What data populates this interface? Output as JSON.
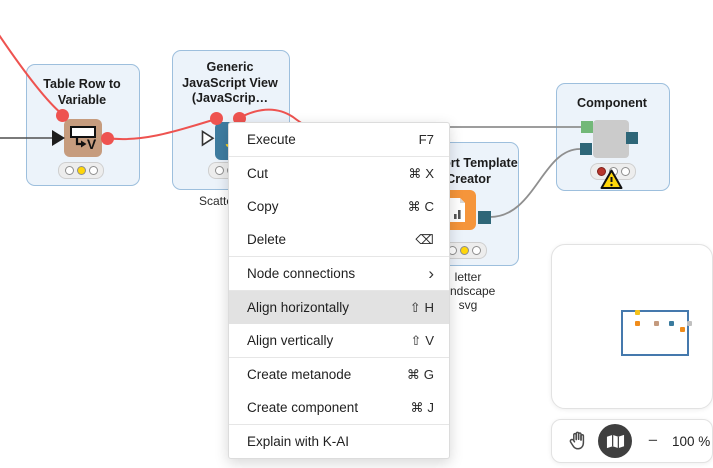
{
  "workflow": {
    "nodes": {
      "table_row_to_variable": {
        "title_line1": "Table Row to",
        "title_line2": "Variable",
        "icon_color": "#c69c7e"
      },
      "generic_javascript_view": {
        "title_line1": "Generic",
        "title_line2": "JavaScript View",
        "title_line3": "(JavaScrip…",
        "icon_label": "JS",
        "icon_color": "#3e7ca0",
        "annotation": "Scatter Plot"
      },
      "report_template_creator": {
        "title_line1": "Report Template",
        "title_line2": "Creator",
        "icon_color": "#f5953b",
        "annotation_line1": "letter",
        "annotation_line2": "landscape",
        "annotation_line3": "svg"
      },
      "component": {
        "title": "Component",
        "icon_color": "#cbcbcb"
      }
    },
    "colors": {
      "connection_red": "#ee5350",
      "connection_gray": "#8f8f8f",
      "selection_fill": "#ecf3fa",
      "selection_border": "#9dbfdd",
      "traffic_yellow": "#ffd60a",
      "traffic_red": "#b8352c",
      "warning_yellow": "#ffd60a",
      "menu_highlight": "#e2e2e2"
    }
  },
  "context_menu": {
    "items": [
      {
        "label": "Execute",
        "shortcut": "F7"
      },
      {
        "label": "Cut",
        "shortcut": "⌘ X"
      },
      {
        "label": "Copy",
        "shortcut": "⌘ C"
      },
      {
        "label": "Delete",
        "shortcut": "⌫"
      },
      {
        "label": "Node connections",
        "shortcut": "›"
      },
      {
        "label": "Align horizontally",
        "shortcut": "⇧ H",
        "highlighted": true
      },
      {
        "label": "Align vertically",
        "shortcut": "⇧ V"
      },
      {
        "label": "Create metanode",
        "shortcut": "⌘ G"
      },
      {
        "label": "Create component",
        "shortcut": "⌘ J"
      },
      {
        "label": "Explain with K-AI",
        "shortcut": ""
      }
    ]
  },
  "minimap": {
    "viewport_border": "#4579ad",
    "node_dot_colors": [
      "#f5c21a",
      "#f08c1a",
      "#c49a7e",
      "#3a7b9e",
      "#f08c1a",
      "#c0c0c0"
    ]
  },
  "toolbar": {
    "zoom_value": "100 %"
  }
}
